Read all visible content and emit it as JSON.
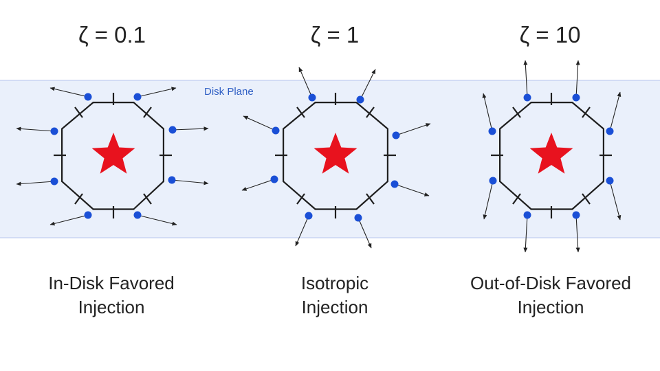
{
  "diagram": {
    "disk_label": "Disk Plane",
    "colors": {
      "disk_band": "#eaf0fb",
      "disk_edge": "#d2dcf5",
      "star": "#e8121e",
      "particle": "#1a4fd6",
      "outline": "#1e1e1e"
    },
    "icons": [
      "star-icon",
      "octagon-shell",
      "particle-dot",
      "arrow"
    ],
    "panels": [
      {
        "id": "in-disk",
        "zeta_label": "ζ = 0.1",
        "caption_line1": "In-Disk Favored",
        "caption_line2": "Injection"
      },
      {
        "id": "isotropic",
        "zeta_label": "ζ = 1",
        "caption_line1": "Isotropic",
        "caption_line2": "Injection"
      },
      {
        "id": "out-of-disk",
        "zeta_label": "ζ = 10",
        "caption_line1": "Out-of-Disk Favored",
        "caption_line2": "Injection"
      }
    ]
  }
}
